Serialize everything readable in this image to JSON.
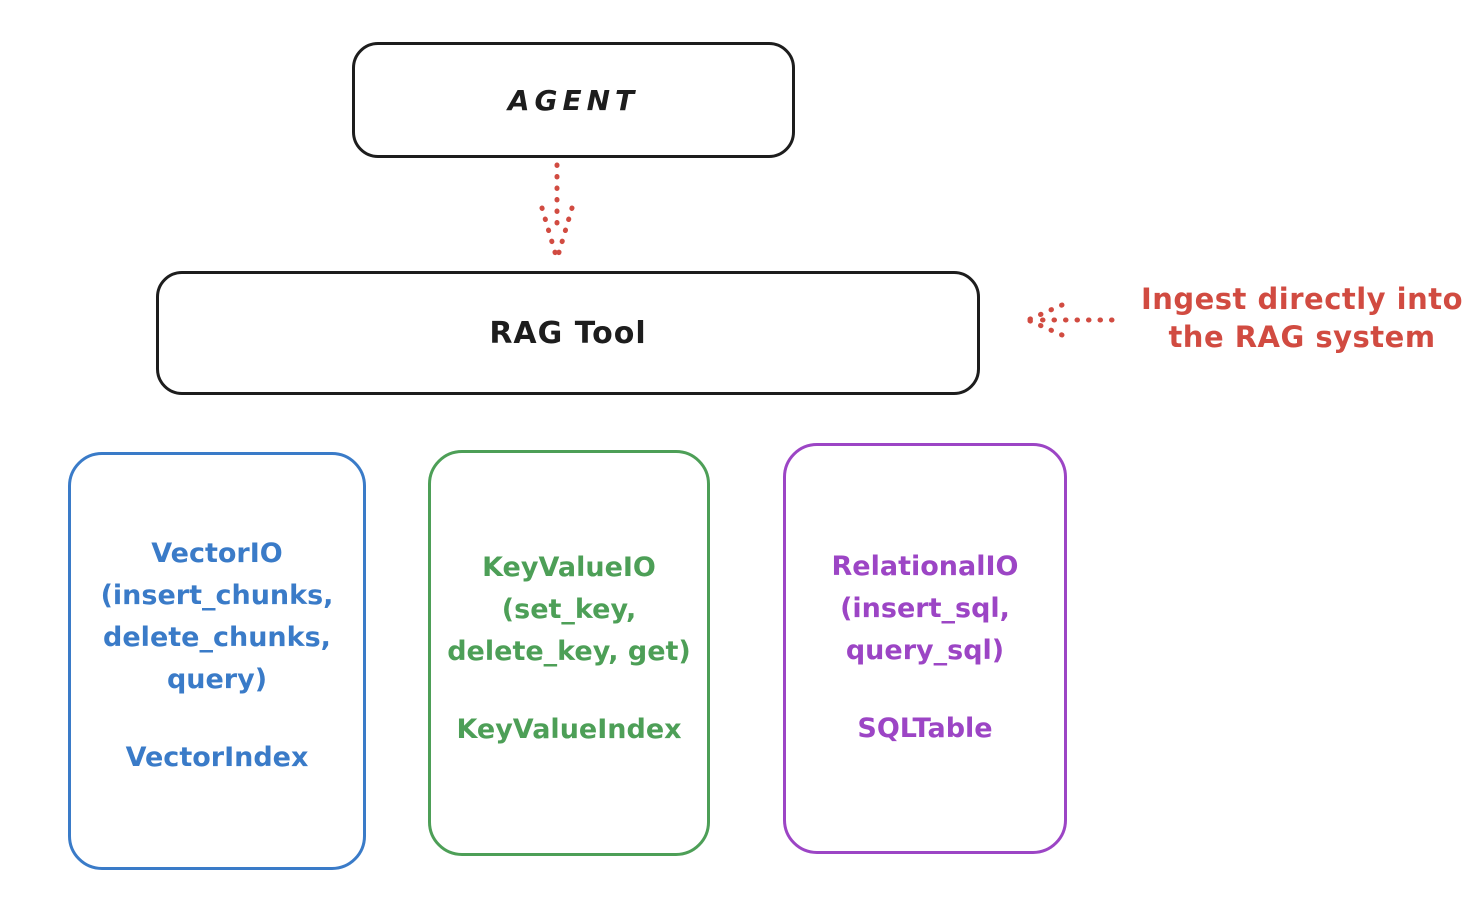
{
  "agent": {
    "label": "AGENT"
  },
  "rag_tool": {
    "label": "RAG Tool"
  },
  "annotation": {
    "line1": "Ingest directly into",
    "line2": "the RAG system"
  },
  "arrows": [
    {
      "icon": "arrow-down-dotted-icon",
      "from": "agent",
      "to": "rag_tool",
      "style": "dotted",
      "color": "#d14b41"
    },
    {
      "icon": "arrow-left-dotted-icon",
      "from": "annotation",
      "to": "rag_tool",
      "style": "dotted",
      "color": "#d14b41"
    }
  ],
  "io_boxes": [
    {
      "id": "vector-io",
      "color": "#3a7bc8",
      "lines": [
        "VectorIO",
        "(insert_chunks,",
        "delete_chunks,",
        "query)"
      ],
      "index_label": "VectorIndex"
    },
    {
      "id": "keyvalue-io",
      "color": "#4d9f57",
      "lines": [
        "KeyValueIO",
        "(set_key,",
        "delete_key, get)"
      ],
      "index_label": "KeyValueIndex"
    },
    {
      "id": "relational-io",
      "color": "#9c45c5",
      "lines": [
        "RelationalIO",
        "(insert_sql,",
        "query_sql)"
      ],
      "index_label": "SQLTable"
    }
  ],
  "colors": {
    "stroke": "#1d1d1d",
    "red": "#d14b41",
    "blue": "#3a7bc8",
    "green": "#4d9f57",
    "purple": "#9c45c5",
    "background": "#ffffff"
  }
}
